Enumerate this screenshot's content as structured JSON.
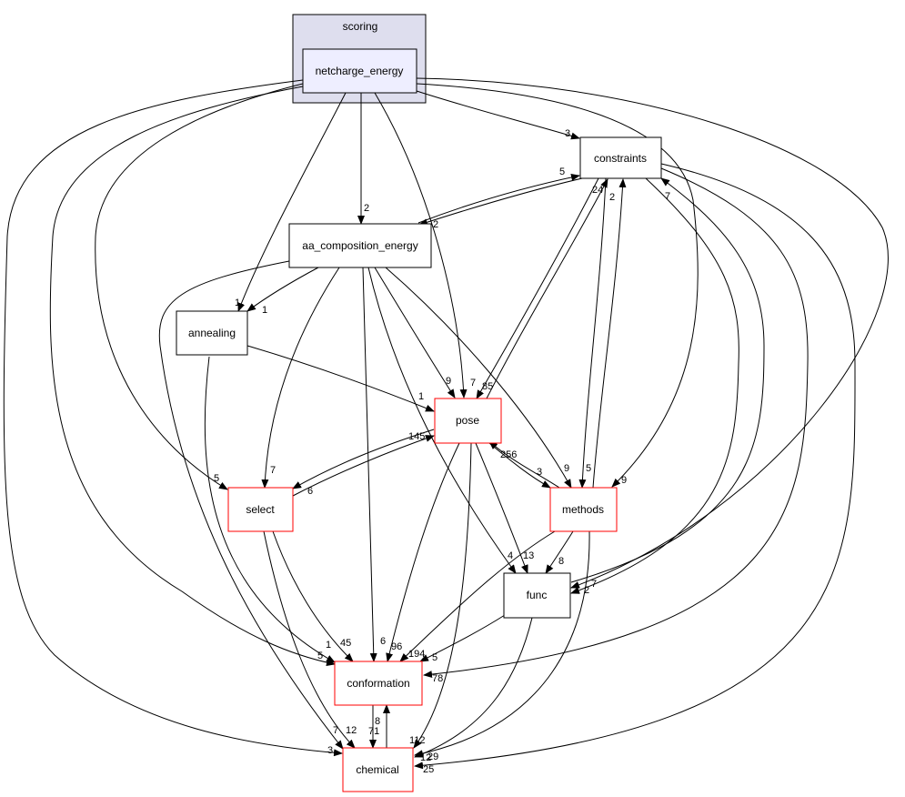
{
  "cluster": {
    "label": "scoring",
    "fill": "#dedeee",
    "stroke": "#000000"
  },
  "nodes": {
    "netcharge_energy": {
      "label": "netcharge_energy",
      "border": "#000000",
      "fill": "#eeeeff"
    },
    "constraints": {
      "label": "constraints",
      "border": "#000000",
      "fill": "#ffffff"
    },
    "aa_composition_energy": {
      "label": "aa_composition_energy",
      "border": "#000000",
      "fill": "#ffffff"
    },
    "annealing": {
      "label": "annealing",
      "border": "#000000",
      "fill": "#ffffff"
    },
    "pose": {
      "label": "pose",
      "border": "#ff0000",
      "fill": "#ffffff"
    },
    "select": {
      "label": "select",
      "border": "#ff0000",
      "fill": "#ffffff"
    },
    "methods": {
      "label": "methods",
      "border": "#ff0000",
      "fill": "#ffffff"
    },
    "func": {
      "label": "func",
      "border": "#000000",
      "fill": "#ffffff"
    },
    "conformation": {
      "label": "conformation",
      "border": "#ff0000",
      "fill": "#ffffff"
    },
    "chemical": {
      "label": "chemical",
      "border": "#ff0000",
      "fill": "#ffffff"
    }
  },
  "edge_labels": {
    "nc_constraints": "3",
    "nc_aa": "2",
    "nc_annealing": "1",
    "nc_pose": "7",
    "nc_select": "5",
    "nc_methods": "9",
    "nc_func": "7",
    "nc_conformation": "5",
    "nc_chemical": "3",
    "aa_constraints": "5",
    "constraints_aa": "2",
    "aa_annealing": "1",
    "aa_pose": "9",
    "aa_select": "7",
    "aa_methods": "9",
    "aa_func": "4",
    "aa_conformation": "6",
    "aa_chemical": "7",
    "constraints_pose": "85",
    "pose_constraints": "24",
    "constraints_methods": "5",
    "methods_constraints": "2",
    "constraints_func": "2",
    "func_constraints": "7",
    "constraints_conformation": "78",
    "constraints_chemical": "25",
    "annealing_pose": "1",
    "annealing_conformation": "1",
    "pose_select": "6",
    "select_pose": "145",
    "pose_methods": "3",
    "methods_pose": "256",
    "pose_func": "13",
    "pose_conformation": "96",
    "pose_chemical": "112",
    "select_conformation": "45",
    "select_chemical": "12",
    "methods_func": "8",
    "methods_conformation": "194",
    "methods_chemical": "12",
    "func_conformation": "5",
    "func_chemical": "29",
    "conformation_chemical": "71",
    "chemical_conformation": "8"
  }
}
